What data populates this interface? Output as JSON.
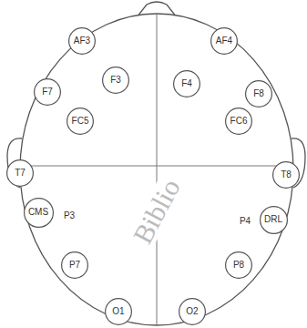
{
  "diagram": {
    "nodes": [
      {
        "text": [
          "AF3"
        ]
      },
      {
        "text": [
          "AF4"
        ]
      },
      {
        "text": [
          "F7"
        ]
      },
      {
        "text": [
          "F3"
        ]
      },
      {
        "text": [
          "F4"
        ]
      },
      {
        "text": [
          "F8"
        ]
      },
      {
        "text": [
          "FC5"
        ]
      },
      {
        "text": [
          "FC6"
        ]
      },
      {
        "text": [
          "T7"
        ]
      },
      {
        "text": [
          "T8"
        ]
      },
      {
        "text": [
          "CMS"
        ]
      },
      {
        "text": [
          "DRL"
        ]
      },
      {
        "text": [
          "P7"
        ]
      },
      {
        "text": [
          "P8"
        ]
      },
      {
        "text": [
          "O1"
        ]
      },
      {
        "text": [
          "O2"
        ]
      }
    ],
    "labels": [
      "P3",
      "P4",
      "Biblio"
    ]
  }
}
